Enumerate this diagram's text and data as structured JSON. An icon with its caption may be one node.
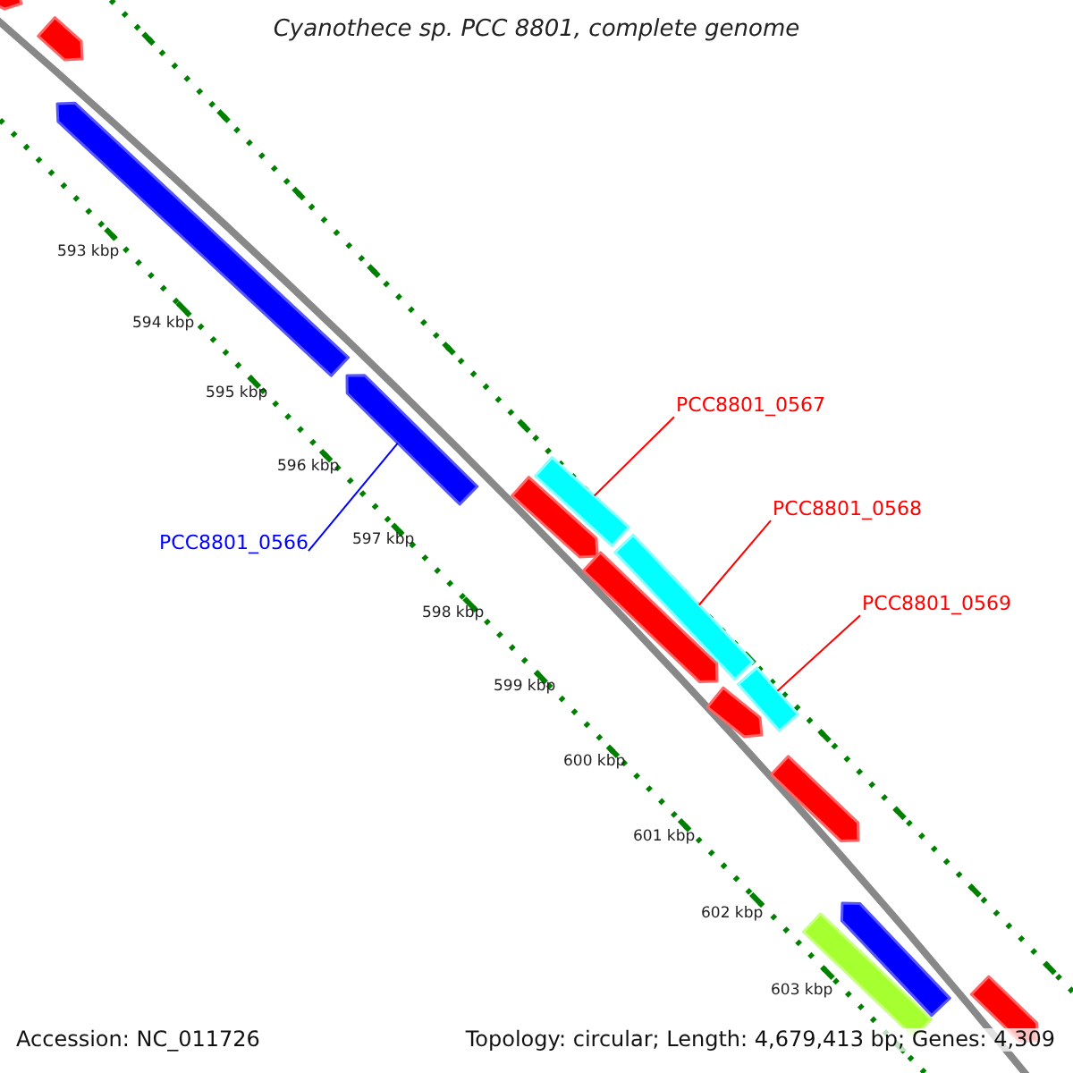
{
  "diagram": {
    "title": "Cyanothece sp. PCC 8801, complete genome",
    "nodes": [
      {
        "text": [
          "PCC8801_0566"
        ]
      },
      {
        "text": [],
        "shape": "bar"
      },
      {
        "text": [
          "PCC8801_0567"
        ]
      },
      {
        "text": [],
        "shape": "bar"
      },
      {
        "text": [
          "PCC8801_0568"
        ]
      },
      {
        "text": [],
        "shape": "bar"
      },
      {
        "text": [
          "PCC8801_0569"
        ]
      },
      {
        "text": [],
        "shape": "bar"
      },
      {
        "text": [],
        "shape": "bar"
      },
      {
        "text": [],
        "shape": "bar"
      },
      {
        "text": [],
        "shape": "bar"
      },
      {
        "text": [],
        "shape": "bar"
      },
      {
        "text": [],
        "shape": "bar"
      },
      {
        "text": [],
        "shape": "bar"
      },
      {
        "text": [],
        "shape": "bar"
      },
      {
        "text": [],
        "shape": "bar"
      },
      {
        "text": [],
        "shape": "bar"
      },
      {
        "text": [],
        "shape": "bar"
      }
    ],
    "edges": [
      {
        "from": 0,
        "to": 1,
        "arrow": "none",
        "color": "#0000ff"
      },
      {
        "from": 2,
        "to": 3,
        "arrow": "none"
      },
      {
        "from": 4,
        "to": 5,
        "arrow": "none"
      },
      {
        "from": 6,
        "to": 7,
        "arrow": "none"
      }
    ],
    "labels": [
      "593 kbp",
      "594 kbp",
      "595 kbp",
      "596 kbp",
      "597 kbp",
      "598 kbp",
      "599 kbp",
      "600 kbp",
      "601 kbp",
      "602 kbp",
      "603 kbp",
      "Accession: NC_011726",
      "Topology: circular; Length: 4,679,413 bp; Genes: 4,309"
    ]
  }
}
